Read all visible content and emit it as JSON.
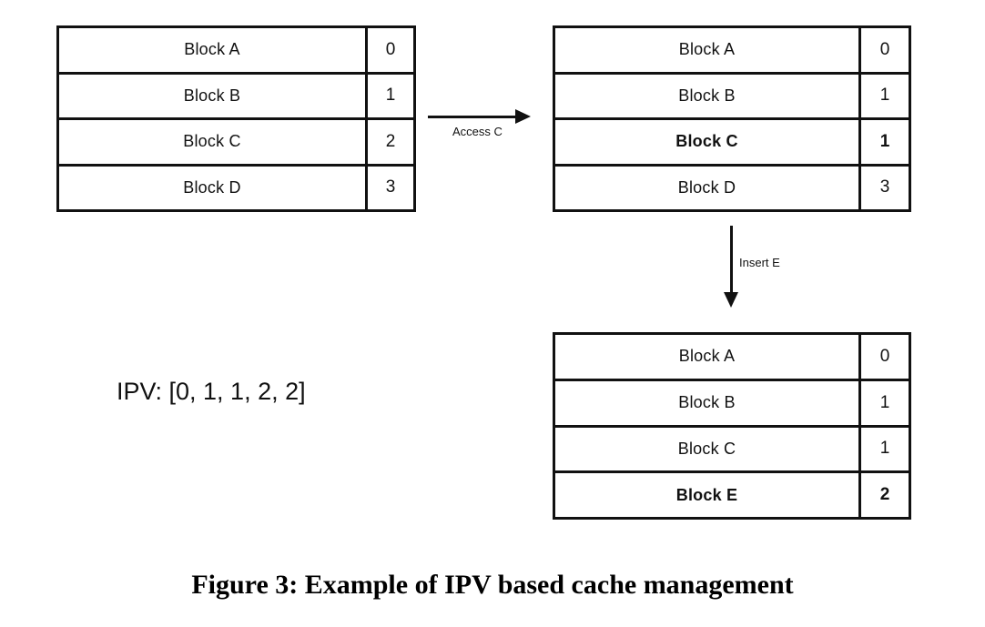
{
  "figure": {
    "caption": "Figure 3: Example of IPV based cache management",
    "ipv_text": "IPV: [0, 1, 1, 2, 2]",
    "background_color": "#ffffff",
    "line_color": "#111111"
  },
  "tables": [
    {
      "id": "table-1",
      "name": "initial-cache-state",
      "rows": [
        {
          "label": "Block A",
          "value": "0",
          "highlight": false
        },
        {
          "label": "Block B",
          "value": "1",
          "highlight": false
        },
        {
          "label": "Block C",
          "value": "2",
          "highlight": false
        },
        {
          "label": "Block D",
          "value": "3",
          "highlight": false
        }
      ]
    },
    {
      "id": "table-2",
      "name": "cache-after-access-c",
      "rows": [
        {
          "label": "Block A",
          "value": "0",
          "highlight": false
        },
        {
          "label": "Block B",
          "value": "1",
          "highlight": false
        },
        {
          "label": "Block C",
          "value": "1",
          "highlight": true
        },
        {
          "label": "Block D",
          "value": "3",
          "highlight": false
        }
      ]
    },
    {
      "id": "table-3",
      "name": "cache-after-insert-e",
      "rows": [
        {
          "label": "Block A",
          "value": "0",
          "highlight": false
        },
        {
          "label": "Block B",
          "value": "1",
          "highlight": false
        },
        {
          "label": "Block C",
          "value": "1",
          "highlight": false
        },
        {
          "label": "Block E",
          "value": "2",
          "highlight": true
        }
      ]
    }
  ],
  "arrows": [
    {
      "name": "access-c-arrow",
      "label": "Access C",
      "direction": "right"
    },
    {
      "name": "insert-e-arrow",
      "label": "Insert E",
      "direction": "down"
    }
  ]
}
